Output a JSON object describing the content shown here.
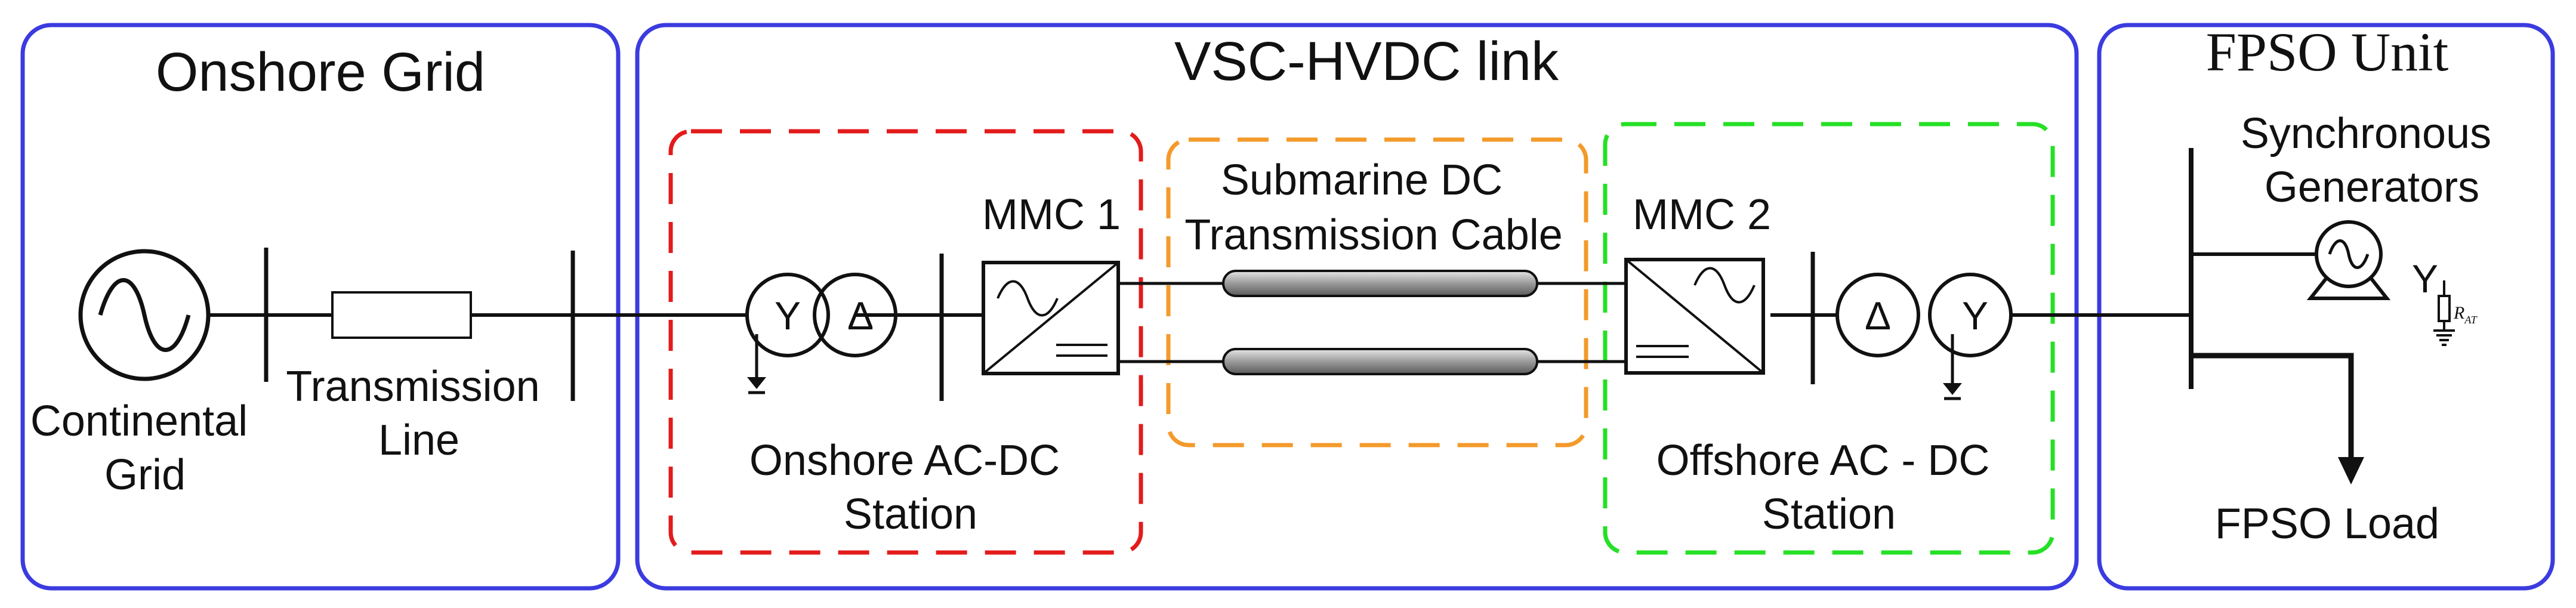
{
  "colors": {
    "panel_border": "#3b3be0",
    "onshore_station": "#e31b1b",
    "cable_section": "#f39a2b",
    "offshore_station": "#25e025",
    "cable_fill": "#9a9a9a",
    "line": "#111111"
  },
  "panels": {
    "onshore_grid": {
      "title": "Onshore Grid"
    },
    "vsc_hvdc": {
      "title": "VSC-HVDC link"
    },
    "fpso": {
      "title": "FPSO Unit"
    }
  },
  "onshore": {
    "continental_grid": [
      "Continental",
      "Grid"
    ],
    "transmission_line": [
      "Transmission",
      "Line"
    ]
  },
  "hvdc": {
    "mmc1": "MMC 1",
    "mmc2": "MMC 2",
    "cable_label": [
      "Submarine DC",
      "Transmission Cable"
    ],
    "onshore_station": [
      "Onshore AC-DC",
      "Station"
    ],
    "offshore_station": [
      "Offshore AC - DC",
      "Station"
    ]
  },
  "fpso": {
    "generators": [
      "Synchronous",
      "Generators"
    ],
    "load": "FPSO Load",
    "resistor": "R",
    "resistor_sub": "AT"
  },
  "symbols": {
    "wye": "Y",
    "delta": "Δ"
  },
  "icons": [
    "ac-source-icon",
    "transformer-icon",
    "converter-icon",
    "ground-icon",
    "generator-icon",
    "resistor-icon",
    "load-arrow-icon"
  ]
}
